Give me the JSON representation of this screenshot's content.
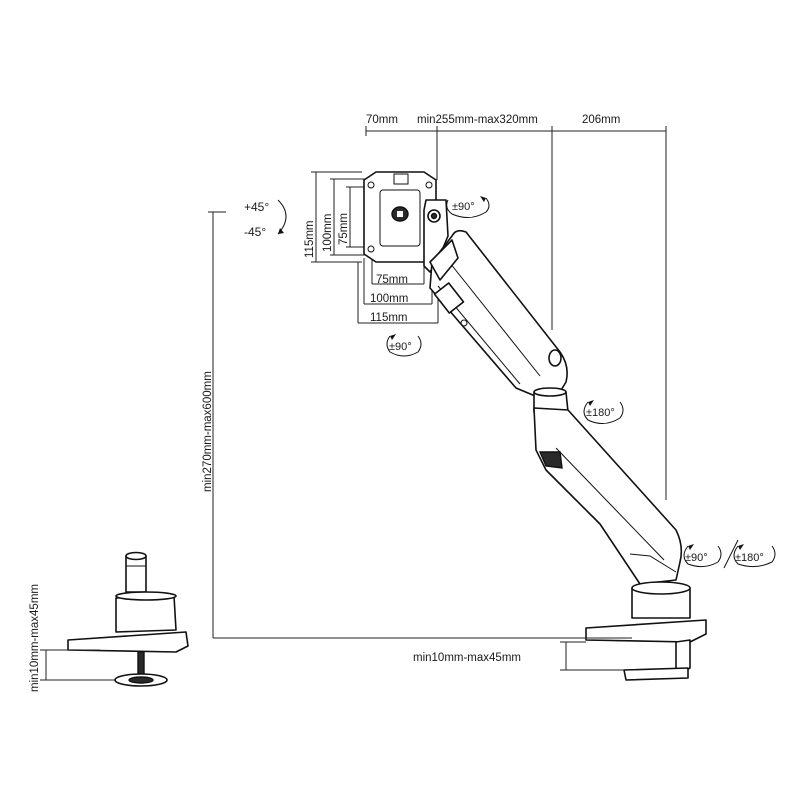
{
  "dimensions": {
    "top_offset": "70mm",
    "arm_length": "min255mm-max320mm",
    "base_offset": "206mm",
    "vesa_h_115": "115mm",
    "vesa_h_100": "100mm",
    "vesa_h_75": "75mm",
    "vesa_w_75": "75mm",
    "vesa_w_100": "100mm",
    "vesa_w_115": "115mm",
    "height_range": "min270mm-max600mm",
    "clamp_thickness_right": "min10mm-max45mm",
    "clamp_thickness_left": "min10mm-max45mm"
  },
  "rotations": {
    "tilt_up": "+45°",
    "tilt_down": "-45°",
    "head_swivel": "±90°",
    "portrait_rotate": "±90°",
    "arm_joint": "±180°",
    "base_swivel": "±90°",
    "base_rotate": "±180°"
  },
  "colors": {
    "line": "#111111",
    "background": "#ffffff"
  }
}
